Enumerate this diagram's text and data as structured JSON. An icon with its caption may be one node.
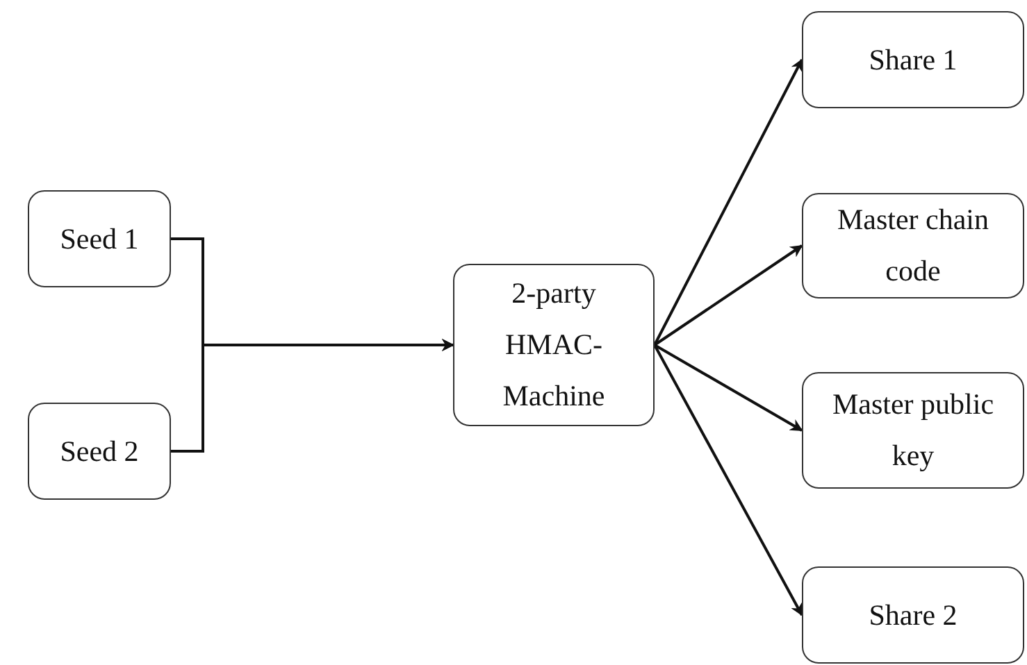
{
  "diagram": {
    "nodes": [
      {
        "text": [
          "Seed 1"
        ]
      },
      {
        "text": [
          "Seed 2"
        ]
      },
      {
        "text": [
          "2-party HMAC-Machine"
        ]
      },
      {
        "text": [
          "Share 1"
        ]
      },
      {
        "text": [
          "Master chain code"
        ]
      },
      {
        "text": [
          "Master public key"
        ]
      },
      {
        "text": [
          "Share 2"
        ]
      }
    ],
    "edges": [
      {
        "from": 0,
        "to": 2,
        "arrow": "to"
      },
      {
        "from": 1,
        "to": 2,
        "arrow": "to"
      },
      {
        "from": 2,
        "to": 3,
        "arrow": "to"
      },
      {
        "from": 2,
        "to": 4,
        "arrow": "to"
      },
      {
        "from": 2,
        "to": 5,
        "arrow": "to"
      },
      {
        "from": 2,
        "to": 6,
        "arrow": "to"
      }
    ]
  }
}
